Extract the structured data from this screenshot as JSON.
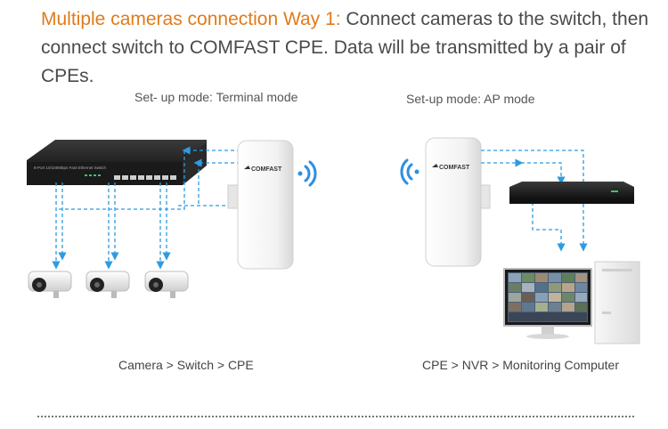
{
  "headline": {
    "accent": "Multiple cameras connection Way 1:",
    "line1_rest": " Connect cameras to the switch, then",
    "line2": "connect switch to COMFAST CPE. Data will be transmitted by a pair of CPEs."
  },
  "left": {
    "mode_label": "Set- up mode: Terminal mode",
    "switch_label": "8-Port 10/100Mbps Fast Ethernet Switch",
    "cpe_brand": "COMFAST",
    "caption": "Camera  > Switch  >  CPE"
  },
  "right": {
    "mode_label": "Set-up mode: AP mode",
    "cpe_brand": "COMFAST",
    "caption": "CPE  >  NVR  >  Monitoring Computer"
  },
  "colors": {
    "accent": "#e07b1c",
    "link": "#2e9be0"
  }
}
